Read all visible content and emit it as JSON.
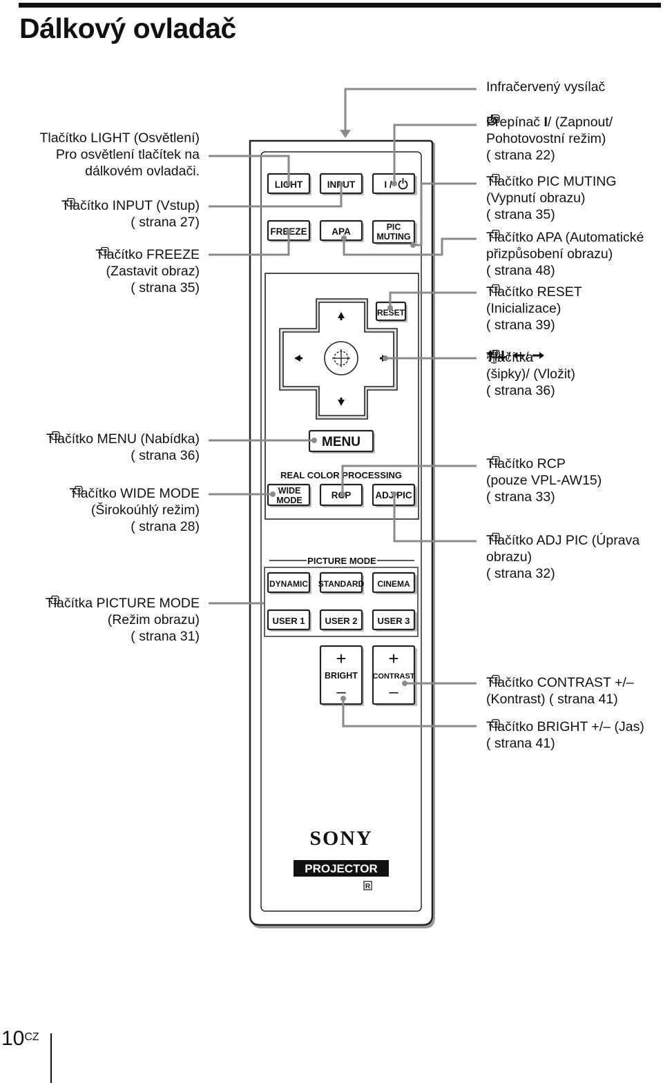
{
  "page": {
    "title": "Dálkový ovladač",
    "page_number": "10",
    "page_suffix": "CZ"
  },
  "callouts_left": [
    {
      "lines": [
        "Tlačítko LIGHT (Osvětlení)",
        "Pro osvětlení tlačítek na",
        "dálkovém ovladači."
      ]
    },
    {
      "lines": [
        "Tlačítko INPUT (Vstup)",
        "strana 27)"
      ]
    },
    {
      "lines": [
        "Tlačítko FREEZE",
        "(Zastavit obraz)",
        "strana 35)"
      ]
    },
    {
      "lines": [
        "Tlačítko MENU (Nabídka)",
        "strana 36)"
      ]
    },
    {
      "lines": [
        "Tlačítko WIDE MODE",
        "(Širokoúhlý režim)",
        "strana 28)"
      ]
    },
    {
      "lines": [
        "Tlačítka PICTURE MODE",
        "(Režim obrazu)",
        "strana 31)"
      ]
    }
  ],
  "callouts_right": {
    "ir": "Infračervený vysílač",
    "power_a": "Přepínač",
    "power_b": "(Zapnout/",
    "power_c": "Pohotovostní režim)",
    "power_ref": "strana 22)",
    "pic_muting": [
      "Tlačítko PIC MUTING",
      "(Vypnutí obrazu)",
      "strana 35)"
    ],
    "apa": [
      "Tlačítko APA (Automatické",
      "přizpůsobení obrazu)",
      "strana 48)"
    ],
    "reset": [
      "Tlačítko RESET",
      "(Inicializace)",
      "strana 39)"
    ],
    "arrows_a": "Tlačítka",
    "arrows_b": "(šipky)/",
    "arrows_c": "(Vložit)",
    "arrows_ref": "strana 36)",
    "rcp": [
      "Tlačítko RCP",
      "(pouze VPL-AW15)",
      "strana 33)"
    ],
    "adj_pic": [
      "Tlačítko ADJ PIC (Úprava",
      "obrazu)",
      "strana 32)"
    ],
    "contrast": [
      "Tlačítko CONTRAST +/–",
      "(Kontrast)",
      "strana 41)"
    ],
    "bright": [
      "Tlačítko BRIGHT +/– (Jas)",
      "strana 41)"
    ]
  },
  "remote": {
    "buttons": {
      "light": "LIGHT",
      "input": "INPUT",
      "power": "I /",
      "freeze": "FREEZE",
      "apa": "APA",
      "pic1": "PIC",
      "pic2": "MUTING",
      "reset": "RESET",
      "menu": "MENU",
      "wide1": "WIDE",
      "wide2": "MODE",
      "rcp": "RCP",
      "adjpic": "ADJ PIC",
      "dynamic": "DYNAMIC",
      "standard": "STANDARD",
      "cinema": "CINEMA",
      "user1": "USER 1",
      "user2": "USER 2",
      "user3": "USER 3",
      "bright": "BRIGHT",
      "contrast": "CONTRAST",
      "plus": "+",
      "minus": "–"
    },
    "real_color": "REAL COLOR PROCESSING",
    "picture_mode": "PICTURE MODE",
    "brand": "SONY",
    "product": "PROJECTOR",
    "mark": "R"
  },
  "icons": [
    "hand-pointer-icon",
    "power-icon",
    "arrow-up-icon",
    "arrow-down-icon",
    "arrow-left-icon",
    "arrow-right-icon",
    "enter-icon"
  ],
  "colors": {
    "text": "#111111",
    "connector": "#8a8a8a",
    "remote_body": "#ffffff"
  }
}
